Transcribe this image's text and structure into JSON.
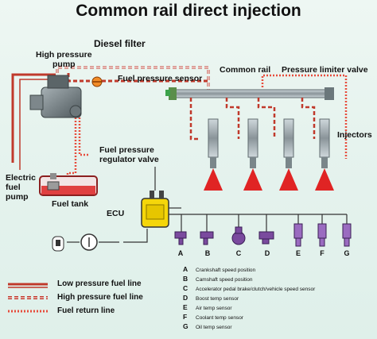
{
  "title": "Common rail direct injection",
  "labels": {
    "diesel_filter": "Diesel filter",
    "high_pressure_pump": "High pressure\npump",
    "fuel_pressure_sensor": "Fuel pressure sensor",
    "common_rail": "Common rail",
    "pressure_limiter_valve": "Pressure limiter valve",
    "fuel_pressure_regulator_valve": "Fuel pressure\nregulator valve",
    "injectors": "Injectors",
    "electric_fuel_pump": "Electric\nfuel\npump",
    "fuel_tank": "Fuel tank",
    "ecu": "ECU"
  },
  "sensor_letters": [
    "A",
    "B",
    "C",
    "D",
    "E",
    "F",
    "G"
  ],
  "legend": [
    {
      "label": "Low pressure fuel line",
      "color": "#c0392b",
      "style": "solid"
    },
    {
      "label": "High pressure fuel line",
      "color": "#c0392b",
      "style": "dashed"
    },
    {
      "label": "Fuel return line",
      "color": "#e74c3c",
      "style": "dotted"
    }
  ],
  "sensor_key": [
    {
      "letter": "A",
      "text": "Crankshaft speed position"
    },
    {
      "letter": "B",
      "text": "Camshaft speed position"
    },
    {
      "letter": "C",
      "text": "Accelerator pedal brake/clutch/vehicle speed sensor"
    },
    {
      "letter": "D",
      "text": "Boost temp sensor"
    },
    {
      "letter": "E",
      "text": "Air temp sensor"
    },
    {
      "letter": "F",
      "text": "Coolant temp sensor"
    },
    {
      "letter": "G",
      "text": "Oil temp sensor"
    }
  ],
  "colors": {
    "fuel_line": "#c0392b",
    "return_line": "#e74c3c",
    "ecu": "#f5d60a",
    "spray": "#e02424",
    "sensor_purple": "#7a4a9e"
  }
}
